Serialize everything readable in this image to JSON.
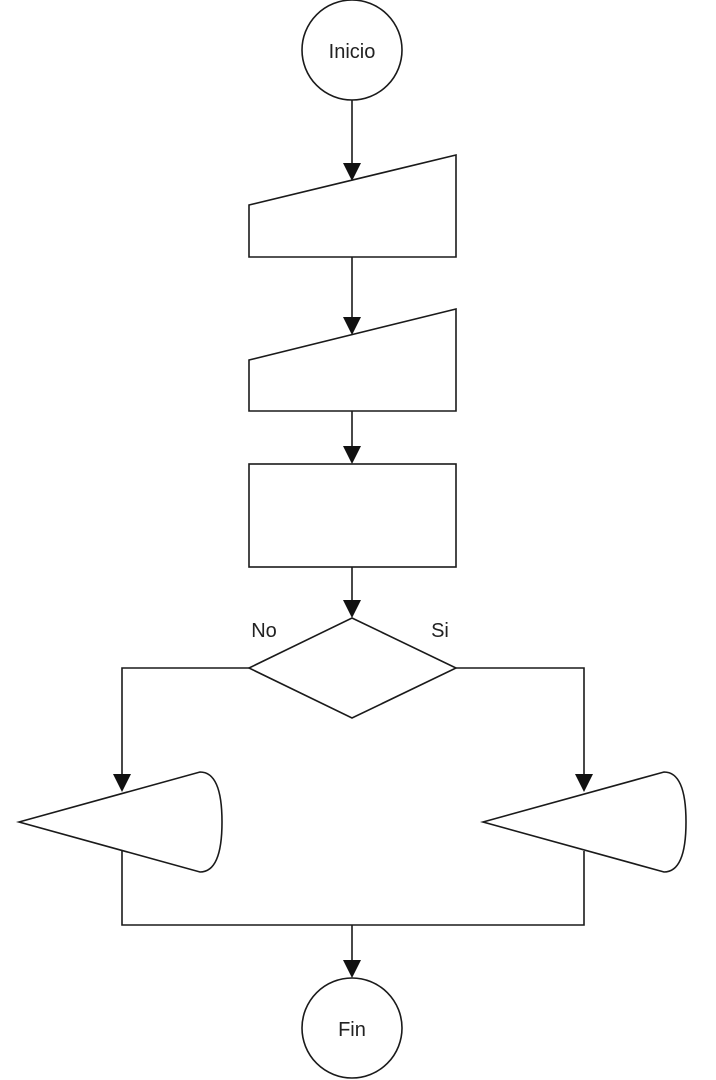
{
  "diagram": {
    "start_label": "Inicio",
    "end_label": "Fin",
    "decision_no_label": "No",
    "decision_yes_label": "Si",
    "stroke_color": "#1a1a1a",
    "background_color": "#ffffff"
  }
}
